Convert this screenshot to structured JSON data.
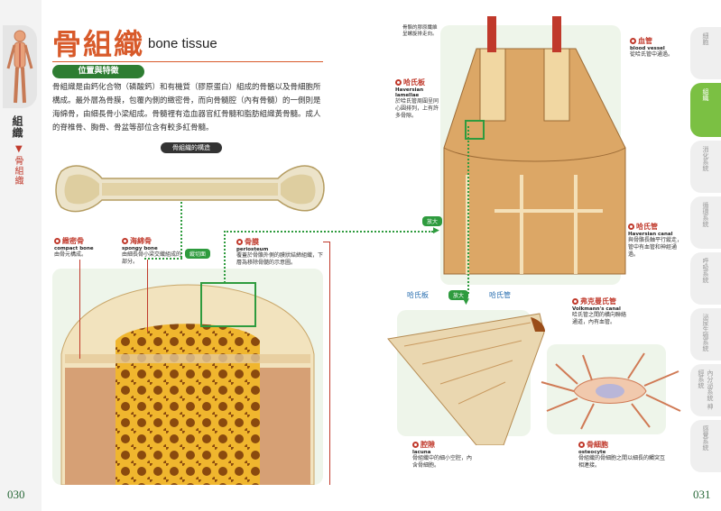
{
  "left_page": {
    "page_number": "030",
    "side_label_top": "組織",
    "side_label_bottom": "骨組織",
    "title_cn": "骨組織",
    "title_en": "bone tissue",
    "section_label": "位置與特徵",
    "intro_text": "骨組織是由鈣化合物（磷酸鈣）和有機質（膠原蛋白）組成的骨骼以及骨細胞所構成。最外層為骨膜，包覆內側的緻密骨，而向骨髓腔（內有骨髓）的一側則是海綿骨，由細長骨小梁組成。骨髓裡有造血器官紅骨髓和脂肪組織黃骨髓。成人的脊椎骨、胸骨、骨盆等部位含有較多紅骨髓。",
    "structure_label": "骨組織的構造",
    "callouts": {
      "compact": {
        "title": "緻密骨",
        "en": "compact bone",
        "desc": "由骨元構成。"
      },
      "spongy": {
        "title": "海綿骨",
        "en": "spongy bone",
        "desc": "由細長骨小梁交織組成的部分。"
      },
      "enlarge": "縱切面",
      "periosteum": {
        "title": "骨膜",
        "en": "periosteum",
        "desc": "覆蓋於骨骼外側的膜狀結締組織，下層為移除骨髓的示意圖。"
      }
    }
  },
  "right_page": {
    "page_number": "031",
    "top_note": "骨骼的膠原纖維呈螺旋排走向。",
    "callouts": {
      "lamellae": {
        "title": "哈氏板",
        "en": "Haversian lamellae",
        "desc": "於哈氏管周圍呈同心圓排列，上有許多骨隙。"
      },
      "blood_vessel": {
        "title": "血管",
        "en": "blood vessel",
        "desc": "從哈氏管中通過。"
      },
      "canal": {
        "title": "哈氏管",
        "en": "Haversian canal",
        "desc": "與骨骼長軸平行縱走，管中有血管和神經通過。"
      },
      "volkmann": {
        "title": "弗克曼氏管",
        "en": "Volkmann's canal",
        "desc": "哈氏管之間的橫向聯絡通道，內有血管。"
      },
      "lacuna": {
        "title": "腔隙",
        "en": "lacuna",
        "desc": "骨組織中的細小空腔，內含骨細胞。"
      },
      "osteocyte": {
        "title": "骨細胞",
        "en": "osteocyte",
        "desc": "骨組織的骨細胞之間以細長的觸突互相連接。"
      }
    },
    "enlarge_1": "放大",
    "enlarge_2": "放大",
    "lamellae_short": "哈氏板",
    "canal_short": "哈氏管",
    "tabs": [
      "細胞",
      "組織",
      "消化系統",
      "循環系統",
      "呼吸系統",
      "泌尿生殖系統",
      "內分泌系統 神經系統",
      "感覺系統"
    ],
    "active_tab_index": 1
  },
  "colors": {
    "accent_red": "#c0392b",
    "title_orange": "#d85a2a",
    "green": "#2e7d32",
    "bone": "#e8c98a"
  }
}
